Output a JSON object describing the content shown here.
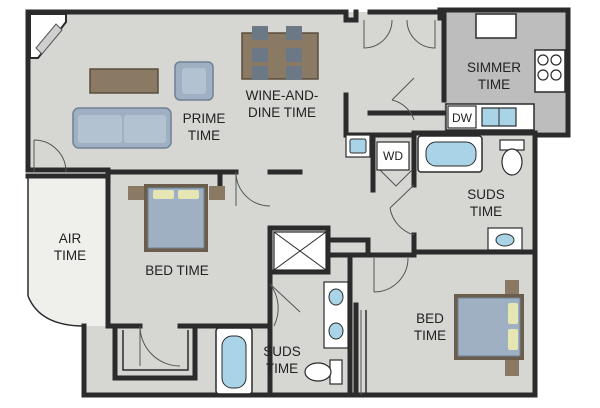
{
  "rooms": {
    "air": [
      "AIR",
      "TIME"
    ],
    "prime": [
      "PRIME",
      "TIME"
    ],
    "wine": [
      "WINE-AND-",
      "DINE TIME"
    ],
    "simmer": [
      "SIMMER",
      "TIME"
    ],
    "suds_upper": [
      "SUDS",
      "TIME"
    ],
    "bed_left": [
      "BED TIME"
    ],
    "bed_right": [
      "BED",
      "TIME"
    ],
    "suds_lower": [
      "SUDS",
      "TIME"
    ]
  },
  "appliances": {
    "dishwasher": "DW",
    "washer_dryer": "WD"
  },
  "colors": {
    "floor": "#d6d7d3",
    "patio": "#efefec",
    "kitchen": "#bdbdbd",
    "wall": "#2b2b2b",
    "furniture_blue": "#9fb0c2",
    "wood": "#8a7a64",
    "pillow": "#e6e6b4",
    "tub_water": "#a9d3e6"
  }
}
